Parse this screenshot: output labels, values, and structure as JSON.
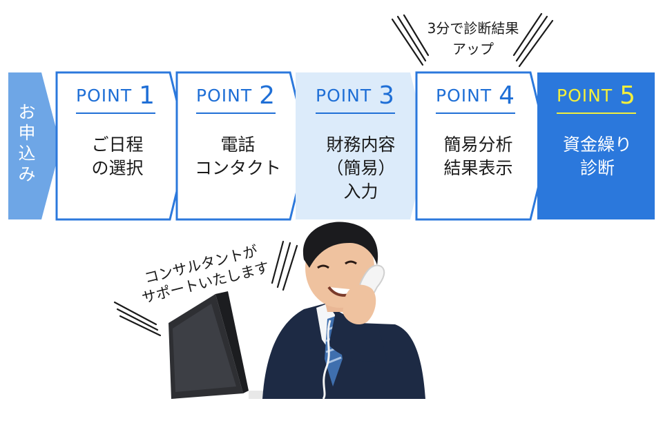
{
  "entry": {
    "label": "お\n申\n込\nみ"
  },
  "steps": [
    {
      "point_word": "POINT",
      "point_num": "1",
      "title": "ご日程\nの選択",
      "state": "outlined"
    },
    {
      "point_word": "POINT",
      "point_num": "2",
      "title": "電話\nコンタクト",
      "state": "outlined"
    },
    {
      "point_word": "POINT",
      "point_num": "3",
      "title": "財務内容\n（簡易）\n入力",
      "state": "light"
    },
    {
      "point_word": "POINT",
      "point_num": "4",
      "title": "簡易分析\n結果表示",
      "state": "outlined"
    },
    {
      "point_word": "POINT",
      "point_num": "5",
      "title": "資金繰り\n診断",
      "state": "active"
    }
  ],
  "callout_top": {
    "text": "3分で診断結果\nアップ"
  },
  "callout_consultant": {
    "text": "コンサルタントが\nサポートいたします"
  },
  "colors": {
    "entry_fill": "#6ea6e6",
    "outline_blue": "#2b78dc",
    "light_fill": "#dcebfa",
    "active_fill": "#2b78dc",
    "point_text": "#1f6fd6",
    "active_point_text": "#f3ef3c"
  },
  "icons": {
    "photo": "person-on-phone-photo",
    "monitor": "computer-monitor-icon"
  }
}
